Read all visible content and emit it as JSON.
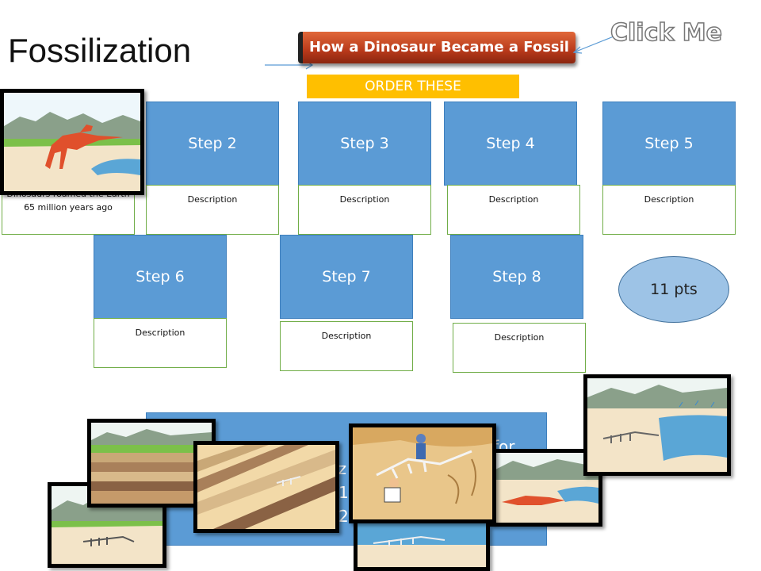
{
  "header": {
    "title": "Fossilization",
    "video_button": "How a Dinosaur Became a Fossil",
    "click_me": "Click Me",
    "order_banner": "ORDER THESE"
  },
  "first_step": {
    "caption": "Dinosaurs roamed the Earth 65 million years ago"
  },
  "steps": [
    {
      "label": "Step 2",
      "description": "Description"
    },
    {
      "label": "Step 3",
      "description": "Description"
    },
    {
      "label": "Step 4",
      "description": "Description"
    },
    {
      "label": "Step 5",
      "description": "Description"
    },
    {
      "label": "Step 6",
      "description": "Description"
    },
    {
      "label": "Step 7",
      "description": "Description"
    },
    {
      "label": "Step 8",
      "description": "Description"
    }
  ],
  "points": "11 pts",
  "info_box": {
    "fragments": [
      "for",
      "iz",
      "1",
      "2"
    ]
  },
  "colors": {
    "step_blue": "#5b9bd5",
    "description_border": "#70ad47",
    "order_banner": "#ffbf00",
    "video_button": "#c0451f"
  },
  "icons": [
    "arrow-icon",
    "dinosaur-image",
    "fossil-image"
  ]
}
